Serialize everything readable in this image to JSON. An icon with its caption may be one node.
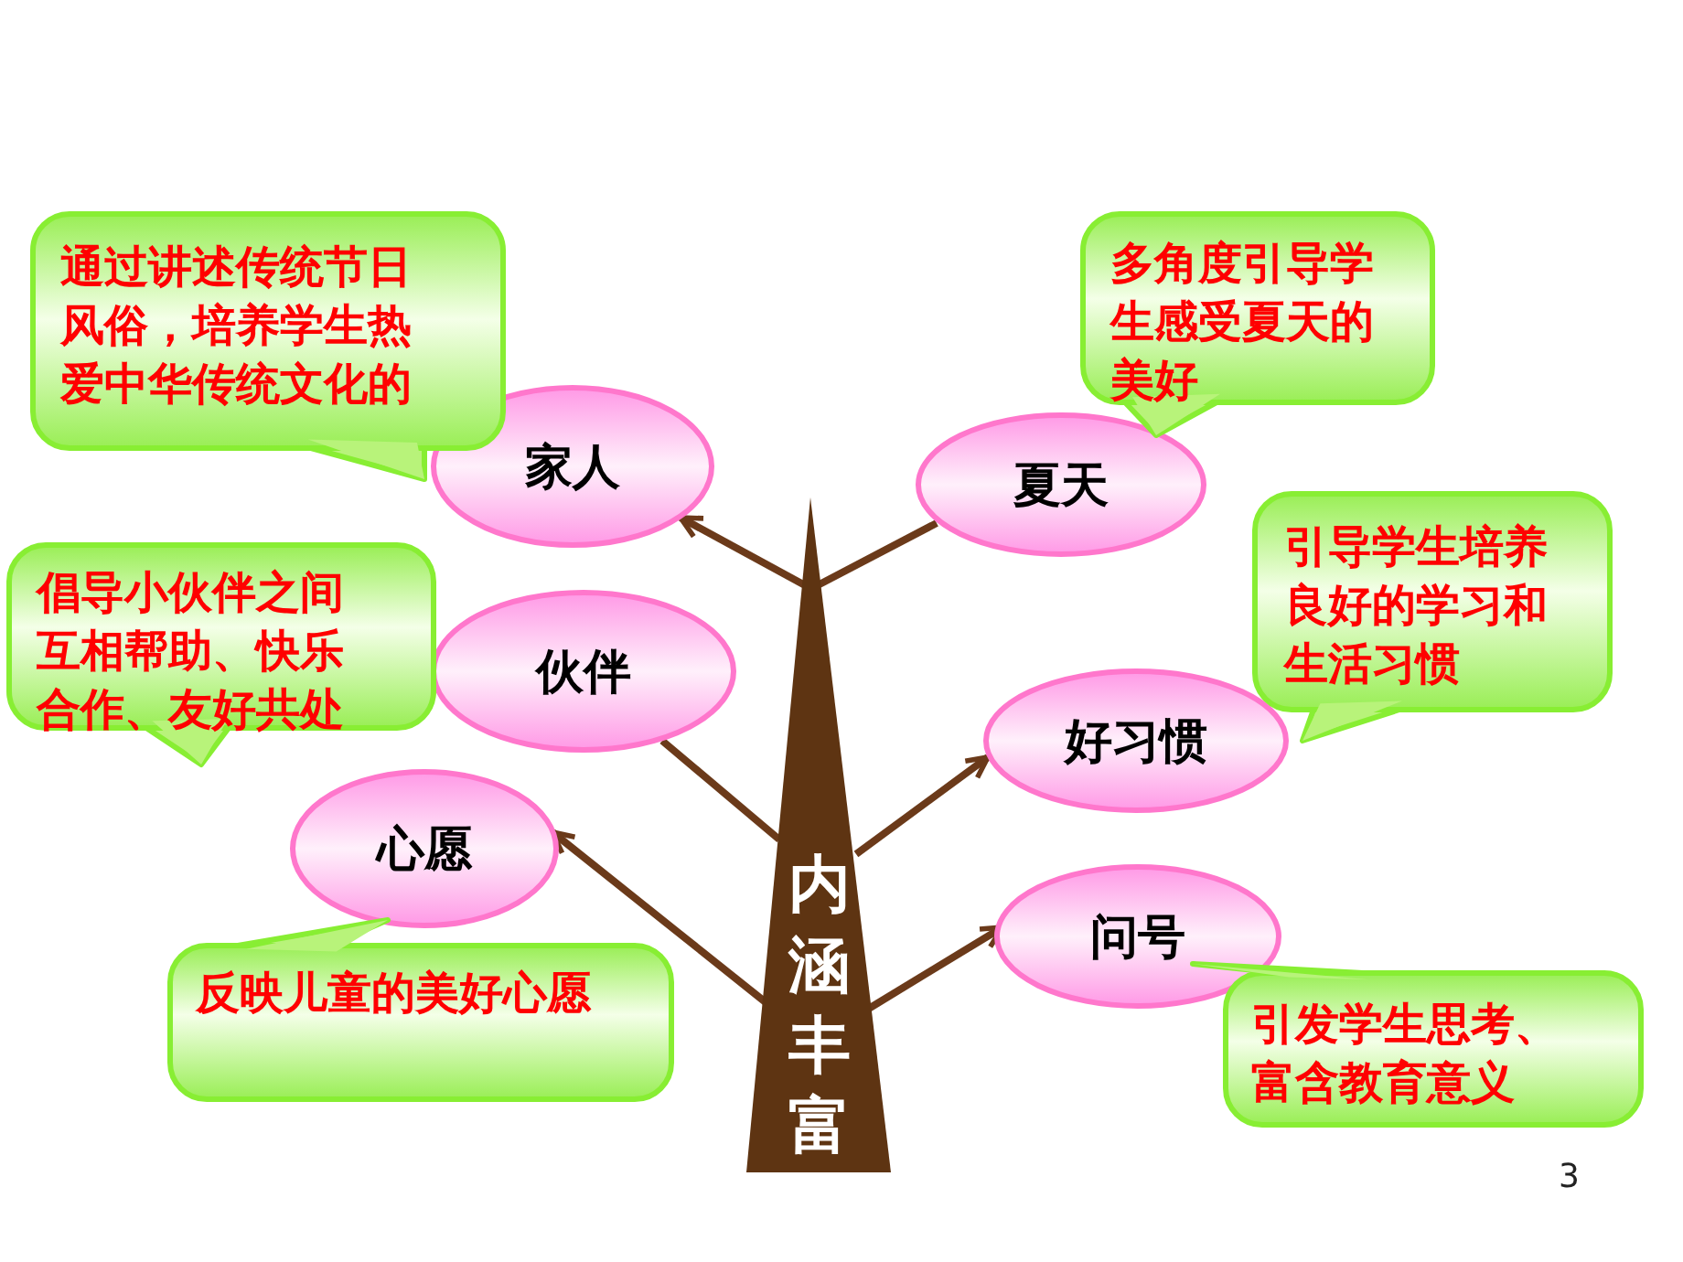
{
  "diagram": {
    "nodes": [
      {
        "text": [
          "内涵丰富"
        ]
      },
      {
        "text": [
          "家人"
        ]
      },
      {
        "text": [
          "夏天"
        ]
      },
      {
        "text": [
          "伙伴"
        ]
      },
      {
        "text": [
          "好习惯"
        ]
      },
      {
        "text": [
          "心愿"
        ]
      },
      {
        "text": [
          "问号"
        ]
      },
      {
        "text": [
          "通过讲述传统节日风俗，培养学生热爱中华传统文化的"
        ]
      },
      {
        "text": [
          "多角度引导学生感受夏天的美好"
        ]
      },
      {
        "text": [
          "倡导小伙伴之间互相帮助、快乐合作、友好共处"
        ]
      },
      {
        "text": [
          "引导学生培养良好的学习和生活习惯"
        ]
      },
      {
        "text": [
          "反映儿童的美好心愿"
        ]
      },
      {
        "text": [
          "引发学生思考、富含教育意义"
        ]
      }
    ],
    "edges": [
      {
        "from": 0,
        "to": 1,
        "arrow": "to"
      },
      {
        "from": 0,
        "to": 2,
        "arrow": "none"
      },
      {
        "from": 0,
        "to": 3,
        "arrow": "none"
      },
      {
        "from": 0,
        "to": 4,
        "arrow": "to"
      },
      {
        "from": 0,
        "to": 5,
        "arrow": "to"
      },
      {
        "from": 0,
        "to": 6,
        "arrow": "to"
      }
    ],
    "labels": [
      "3"
    ]
  }
}
